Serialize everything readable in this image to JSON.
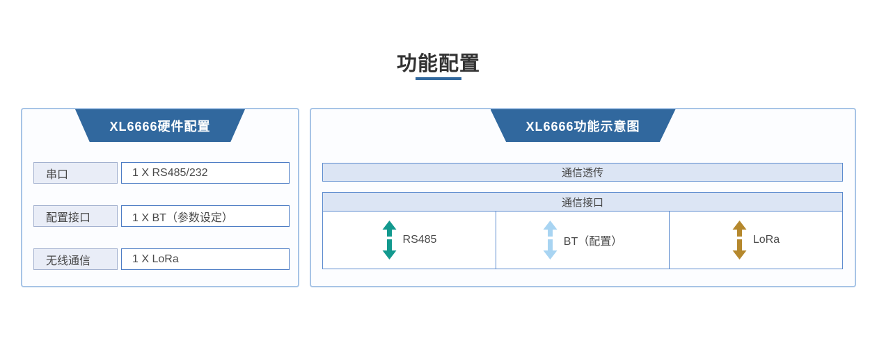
{
  "title": {
    "text": "功能配置"
  },
  "left_panel": {
    "header": "XL6666硬件配置",
    "rows": [
      {
        "label": "串口",
        "value": "1 X RS485/232"
      },
      {
        "label": "配置接口",
        "value": "1 X BT（参数设定）"
      },
      {
        "label": "无线通信",
        "value": "1 X LoRa"
      }
    ]
  },
  "right_panel": {
    "header": "XL6666功能示意图",
    "top_bar": "通信透传",
    "table_header": "通信接口",
    "columns": [
      {
        "label": "RS485",
        "arrow_icon": "vertical-double-arrow",
        "arrow_color": "#12998e"
      },
      {
        "label": "BT（配置）",
        "arrow_icon": "vertical-double-arrow",
        "arrow_color": "#a8d4f2"
      },
      {
        "label": "LoRa",
        "arrow_icon": "vertical-double-arrow",
        "arrow_color": "#b5882d"
      }
    ]
  },
  "colors": {
    "accent_blue": "#31689e",
    "panel_border": "#a7c4e6",
    "box_border_blue": "#4c7cc4",
    "bar_fill": "#dce5f4",
    "bar_border": "#5c8bce",
    "label_box_fill": "#e9edf7",
    "title_text": "#323232"
  }
}
